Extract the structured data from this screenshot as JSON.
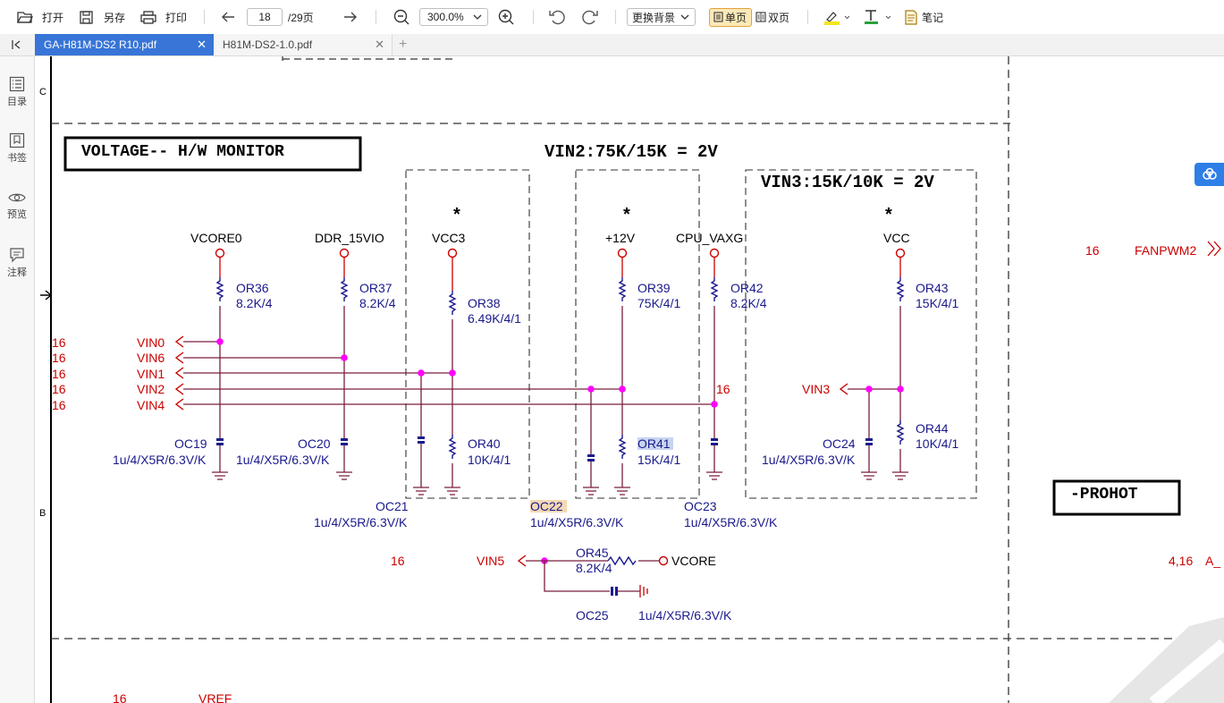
{
  "toolbar": {
    "open": "打开",
    "save_as": "另存",
    "print": "打印",
    "page_current": "18",
    "page_total": "/29页",
    "zoom": "300.0%",
    "background": "更换背景",
    "single_page": "单页",
    "double_page": "双页",
    "notes": "笔记"
  },
  "tabs": [
    {
      "label": "GA-H81M-DS2 R10.pdf",
      "active": true
    },
    {
      "label": "H81M-DS2-1.0.pdf",
      "active": false
    }
  ],
  "sidebar": [
    {
      "label": "目录",
      "icon": "list-icon"
    },
    {
      "label": "书签",
      "icon": "bookmark-icon"
    },
    {
      "label": "预览",
      "icon": "eye-icon"
    },
    {
      "label": "注释",
      "icon": "comment-icon"
    }
  ],
  "colors": {
    "accent": "#1e6fd9",
    "wire": "#7a1f3d",
    "net": "#cc0000",
    "component": "#1a1a8c",
    "junction": "#ff00ff"
  },
  "schematic": {
    "zone_c": "C",
    "zone_b": "B",
    "title_box": "VOLTAGE-- H/W MONITOR",
    "formula_vin2": "VIN2:75K/15K = 2V",
    "formula_vin3": "VIN3:15K/10K = 2V",
    "prohot": "-PROHOT",
    "fanpwm_num": "16",
    "fanpwm": "FANPWM2",
    "a_num": "4,16",
    "a_label": "A_",
    "vref_num": "16",
    "vref": "VREF",
    "rails": [
      {
        "name": "VCORE0",
        "res": "OR36",
        "res_val": "8.2K/4",
        "cap": "OC19",
        "cap_val": "1u/4/X5R/6.3V/K"
      },
      {
        "name": "DDR_15VIO",
        "res": "OR37",
        "res_val": "8.2K/4",
        "cap": "OC20",
        "cap_val": "1u/4/X5R/6.3V/K"
      },
      {
        "name": "VCC3",
        "res": "OR38",
        "res_val": "6.49K/4/1",
        "res2": "OR40",
        "res2_val": "10K/4/1",
        "cap": "OC21",
        "cap_val": "1u/4/X5R/6.3V/K"
      },
      {
        "name": "+12V",
        "res": "OR39",
        "res_val": "75K/4/1",
        "res2": "OR41",
        "res2_val": "15K/4/1",
        "cap": "OC22",
        "cap_val": "1u/4/X5R/6.3V/K"
      },
      {
        "name": "CPU_VAXG",
        "res": "OR42",
        "res_val": "8.2K/4",
        "cap": "OC23",
        "cap_val": "1u/4/X5R/6.3V/K"
      },
      {
        "name": "VCC",
        "res": "OR43",
        "res_val": "15K/4/1",
        "res2": "OR44",
        "res2_val": "10K/4/1",
        "cap": "OC24",
        "cap_val": "1u/4/X5R/6.3V/K"
      }
    ],
    "vin_nets": [
      {
        "num": "16",
        "name": "VIN0"
      },
      {
        "num": "16",
        "name": "VIN6"
      },
      {
        "num": "16",
        "name": "VIN1"
      },
      {
        "num": "16",
        "name": "VIN2"
      },
      {
        "num": "16",
        "name": "VIN4"
      }
    ],
    "vin2_ref": "16",
    "vin3": "VIN3",
    "star": "*",
    "vin5_num": "16",
    "vin5": "VIN5",
    "or45": "OR45",
    "or45_val": "8.2K/4",
    "vcore": "VCORE",
    "oc25": "OC25",
    "oc25_val": "1u/4/X5R/6.3V/K"
  }
}
